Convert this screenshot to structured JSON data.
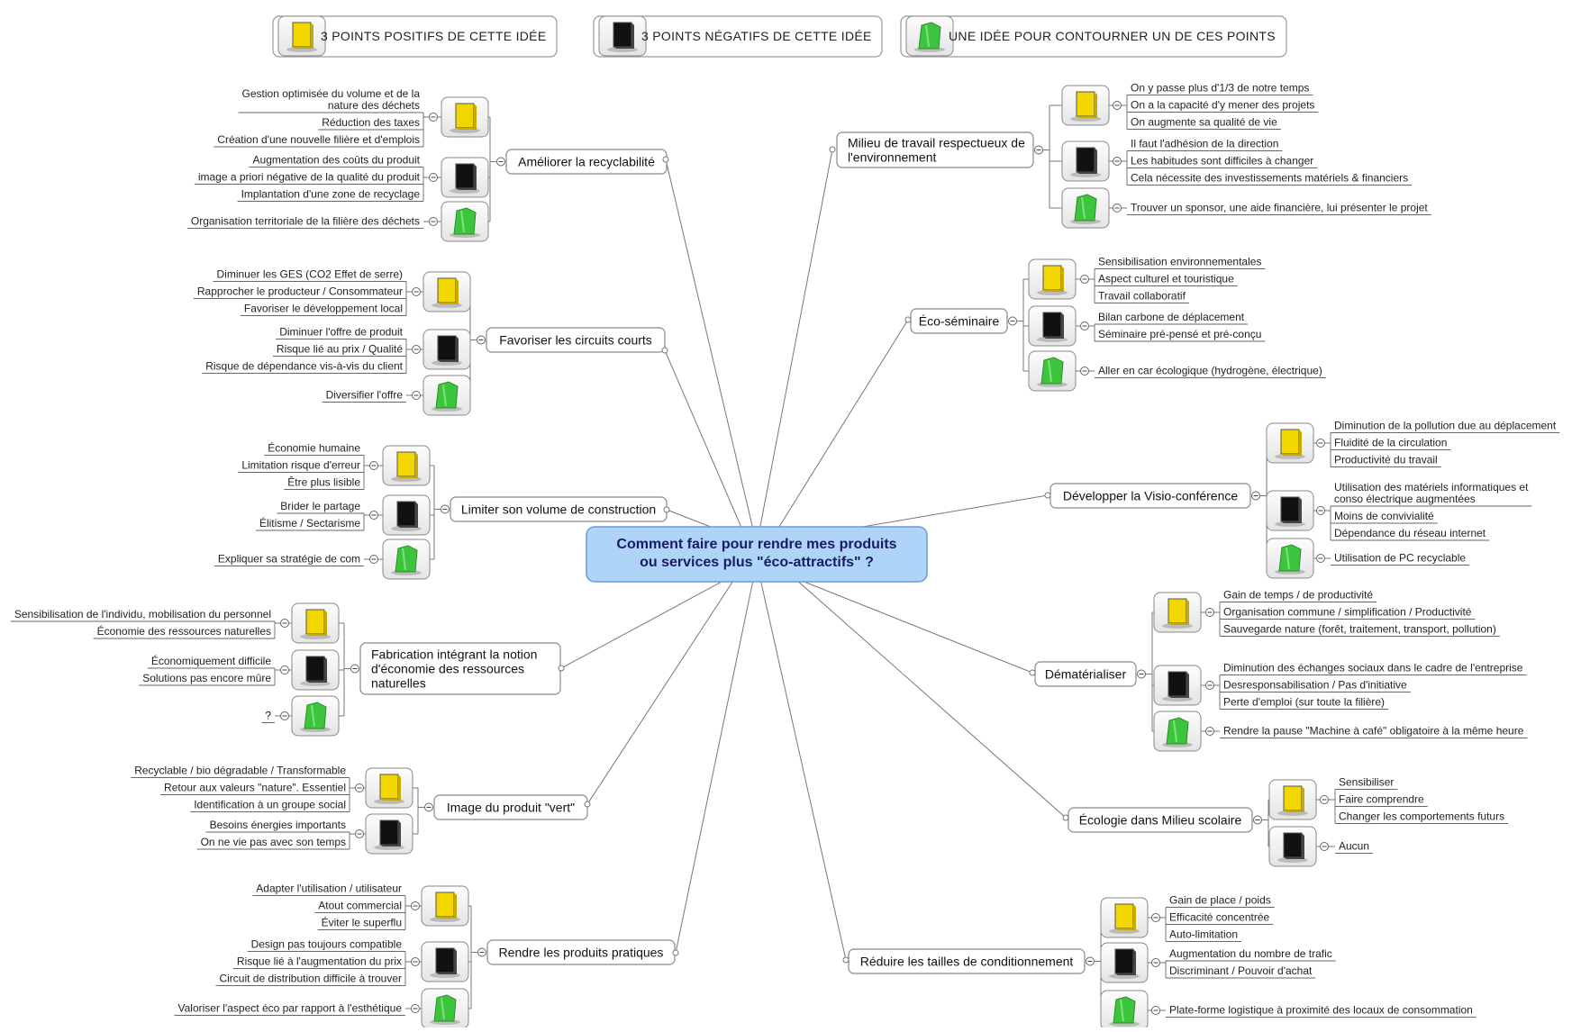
{
  "legend": [
    {
      "color": "yellow",
      "label": "3 POINTS POSITIFS DE CETTE IDÉE"
    },
    {
      "color": "black",
      "label": "3 POINTS NÉGATIFS DE CETTE IDÉE"
    },
    {
      "color": "green",
      "label": "UNE IDÉE POUR CONTOURNER UN DE CES POINTS"
    }
  ],
  "central": {
    "line1": "Comment faire pour rendre mes produits",
    "line2": "ou services plus \"éco-attractifs\" ?"
  },
  "colors": {
    "yellow": "#f2d600",
    "black": "#111111",
    "green": "#3cc43c",
    "central_fill": "#aed4f7",
    "central_border": "#6a9cd0",
    "line": "#777777"
  },
  "topics": [
    {
      "label": [
        "Améliorer la recyclabilité"
      ],
      "groups": [
        {
          "type": "yellow",
          "items": [
            [
              "Gestion optimisée du volume et de la",
              "nature des déchets"
            ],
            [
              "Réduction des taxes"
            ],
            [
              "Création d'une nouvelle filière et d'emplois"
            ]
          ]
        },
        {
          "type": "black",
          "items": [
            [
              "Augmentation des coûts du produit"
            ],
            [
              "image a priori négative de la qualité du produit"
            ],
            [
              "Implantation d'une zone de recyclage"
            ]
          ]
        },
        {
          "type": "green",
          "items": [
            [
              "Organisation territoriale de la filière des déchets"
            ]
          ]
        }
      ]
    },
    {
      "label": [
        "Favoriser les circuits courts"
      ],
      "groups": [
        {
          "type": "yellow",
          "items": [
            [
              "Diminuer les GES (CO2 Effet de serre)"
            ],
            [
              "Rapprocher le producteur / Consommateur"
            ],
            [
              "Favoriser le développement local"
            ]
          ]
        },
        {
          "type": "black",
          "items": [
            [
              "Diminuer l'offre de produit"
            ],
            [
              "Risque lié au prix / Qualité"
            ],
            [
              "Risque de dépendance vis-à-vis du client"
            ]
          ]
        },
        {
          "type": "green",
          "items": [
            [
              "Diversifier l'offre"
            ]
          ]
        }
      ]
    },
    {
      "label": [
        "Limiter son volume de construction"
      ],
      "groups": [
        {
          "type": "yellow",
          "items": [
            [
              "Économie humaine"
            ],
            [
              "Limitation risque d'erreur"
            ],
            [
              "Être plus lisible"
            ]
          ]
        },
        {
          "type": "black",
          "items": [
            [
              "Brider le partage"
            ],
            [
              "Élitisme / Sectarisme"
            ]
          ]
        },
        {
          "type": "green",
          "items": [
            [
              "Expliquer sa stratégie de com"
            ]
          ]
        }
      ]
    },
    {
      "label": [
        "Fabrication intégrant la notion",
        "d'économie des ressources",
        "naturelles"
      ],
      "groups": [
        {
          "type": "yellow",
          "items": [
            [
              "Sensibilisation de l'individu, mobilisation du personnel"
            ],
            [
              "Économie des ressources naturelles"
            ]
          ]
        },
        {
          "type": "black",
          "items": [
            [
              "Économiquement difficile"
            ],
            [
              "Solutions pas encore mûre"
            ]
          ]
        },
        {
          "type": "green",
          "items": [
            [
              "?"
            ]
          ]
        }
      ]
    },
    {
      "label": [
        "Image du produit \"vert\""
      ],
      "groups": [
        {
          "type": "yellow",
          "items": [
            [
              "Recyclable / bio dégradable / Transformable"
            ],
            [
              "Retour aux valeurs \"nature\". Essentiel"
            ],
            [
              "Identification à un groupe social"
            ]
          ]
        },
        {
          "type": "black",
          "items": [
            [
              "Besoins énergies importants"
            ],
            [
              "On ne vie pas avec son temps"
            ]
          ]
        }
      ]
    },
    {
      "label": [
        "Rendre les produits pratiques"
      ],
      "groups": [
        {
          "type": "yellow",
          "items": [
            [
              "Adapter l'utilisation / utilisateur"
            ],
            [
              "Atout commercial"
            ],
            [
              "Éviter le superflu"
            ]
          ]
        },
        {
          "type": "black",
          "items": [
            [
              "Design pas toujours compatible"
            ],
            [
              "Risque lié à l'augmentation du prix"
            ],
            [
              "Circuit de distribution difficile à trouver"
            ]
          ]
        },
        {
          "type": "green",
          "items": [
            [
              "Valoriser l'aspect éco par rapport à l'esthétique"
            ]
          ]
        }
      ]
    },
    {
      "label": [
        "Milieu de travail respectueux de",
        "l'environnement"
      ],
      "groups": [
        {
          "type": "yellow",
          "items": [
            [
              "On y passe plus d'1/3 de notre temps"
            ],
            [
              "On a la capacité d'y mener des projets"
            ],
            [
              "On augmente sa qualité de vie"
            ]
          ]
        },
        {
          "type": "black",
          "items": [
            [
              "Il faut l'adhésion de la direction"
            ],
            [
              "Les habitudes sont difficiles à changer"
            ],
            [
              "Cela nécessite des investissements matériels & financiers"
            ]
          ]
        },
        {
          "type": "green",
          "items": [
            [
              "Trouver un sponsor, une aide financière, lui présenter le projet"
            ]
          ]
        }
      ]
    },
    {
      "label": [
        "Éco-séminaire"
      ],
      "groups": [
        {
          "type": "yellow",
          "items": [
            [
              "Sensibilisation environnementales"
            ],
            [
              "Aspect culturel et touristique"
            ],
            [
              "Travail collaboratif"
            ]
          ]
        },
        {
          "type": "black",
          "items": [
            [
              "Bilan carbone de déplacement"
            ],
            [
              "Séminaire pré-pensé et pré-conçu"
            ]
          ]
        },
        {
          "type": "green",
          "items": [
            [
              "Aller en car écologique (hydrogène, électrique)"
            ]
          ]
        }
      ]
    },
    {
      "label": [
        "Développer la Visio-conférence"
      ],
      "groups": [
        {
          "type": "yellow",
          "items": [
            [
              "Diminution de la pollution due au déplacement"
            ],
            [
              "Fluidité de la circulation"
            ],
            [
              "Productivité du travail"
            ]
          ]
        },
        {
          "type": "black",
          "items": [
            [
              "Utilisation des matériels informatiques et",
              "conso électrique augmentées"
            ],
            [
              "Moins de convivialité"
            ],
            [
              "Dépendance du réseau internet"
            ]
          ]
        },
        {
          "type": "green",
          "items": [
            [
              "Utilisation de PC recyclable"
            ]
          ]
        }
      ]
    },
    {
      "label": [
        "Dématérialiser"
      ],
      "groups": [
        {
          "type": "yellow",
          "items": [
            [
              "Gain de temps / de productivité"
            ],
            [
              "Organisation commune / simplification / Productivité"
            ],
            [
              "Sauvegarde nature (forêt, traitement, transport, pollution)"
            ]
          ]
        },
        {
          "type": "black",
          "items": [
            [
              "Diminution des échanges sociaux dans le cadre de l'entreprise"
            ],
            [
              "Desresponsabilisation / Pas d'initiative"
            ],
            [
              "Perte d'emploi (sur toute la filière)"
            ]
          ]
        },
        {
          "type": "green",
          "items": [
            [
              "Rendre la pause \"Machine à café\" obligatoire à la même heure"
            ]
          ]
        }
      ]
    },
    {
      "label": [
        "Écologie dans Milieu scolaire"
      ],
      "groups": [
        {
          "type": "yellow",
          "items": [
            [
              "Sensibiliser"
            ],
            [
              "Faire comprendre"
            ],
            [
              "Changer les comportements futurs"
            ]
          ]
        },
        {
          "type": "black",
          "items": [
            [
              "Aucun"
            ]
          ]
        }
      ]
    },
    {
      "label": [
        "Réduire les tailles de conditionnement"
      ],
      "groups": [
        {
          "type": "yellow",
          "items": [
            [
              "Gain de place / poids"
            ],
            [
              "Efficacité concentrée"
            ],
            [
              "Auto-limitation"
            ]
          ]
        },
        {
          "type": "black",
          "items": [
            [
              "Augmentation du nombre de trafic"
            ],
            [
              "Discriminant / Pouvoir d'achat"
            ]
          ]
        },
        {
          "type": "green",
          "items": [
            [
              "Plate-forme logistique à proximité des locaux de consommation"
            ]
          ]
        }
      ]
    }
  ]
}
